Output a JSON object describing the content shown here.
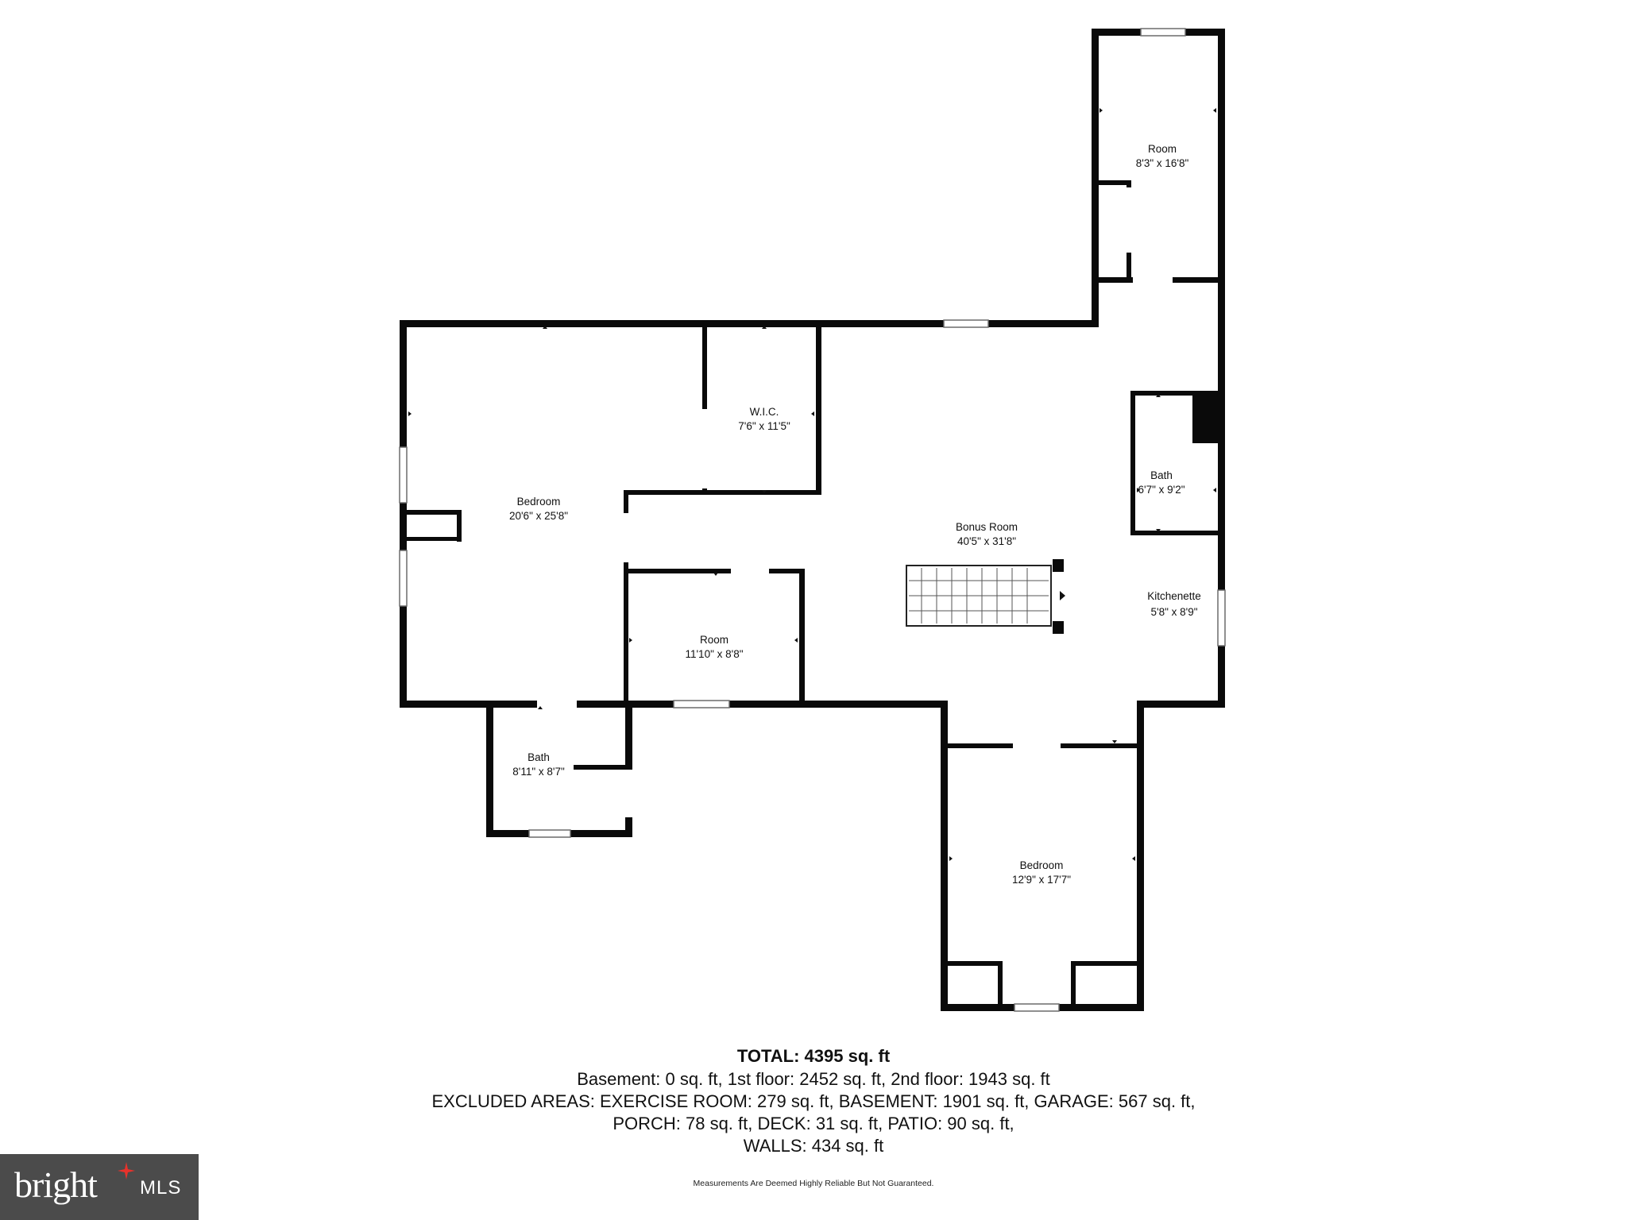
{
  "rooms": {
    "room_top_right": {
      "name": "Room",
      "dims": "8'3\" x 16'8\""
    },
    "wic": {
      "name": "W.I.C.",
      "dims": "7'6\" x 11'5\""
    },
    "bedroom_main": {
      "name": "Bedroom",
      "dims": "20'6\" x 25'8\""
    },
    "bath_right": {
      "name": "Bath",
      "dims": "6'7\" x 9'2\""
    },
    "bonus_room": {
      "name": "Bonus Room",
      "dims": "40'5\" x 31'8\""
    },
    "kitchenette": {
      "name": "Kitchenette",
      "dims": "5'8\" x 8'9\""
    },
    "room_center": {
      "name": "Room",
      "dims": "11'10\" x 8'8\""
    },
    "bath_left": {
      "name": "Bath",
      "dims": "8'11\" x 8'7\""
    },
    "bedroom_lower": {
      "name": "Bedroom",
      "dims": "12'9\" x 17'7\""
    }
  },
  "summary": {
    "total": "TOTAL: 4395 sq. ft",
    "line1": "Basement: 0 sq. ft, 1st floor: 2452 sq. ft, 2nd floor: 1943 sq. ft",
    "line2": "EXCLUDED AREAS: EXERCISE ROOM: 279 sq. ft, BASEMENT: 1901 sq. ft, GARAGE: 567 sq. ft,",
    "line3": "PORCH: 78 sq. ft, DECK: 31 sq. ft, PATIO: 90 sq. ft,",
    "line4": "WALLS: 434 sq. ft"
  },
  "disclaimer": "Measurements Are Deemed Highly Reliable But Not Guaranteed.",
  "logo": {
    "word": "bright",
    "mls": "MLS",
    "background": "#4b4b4b",
    "star_color": "#e8322b"
  }
}
